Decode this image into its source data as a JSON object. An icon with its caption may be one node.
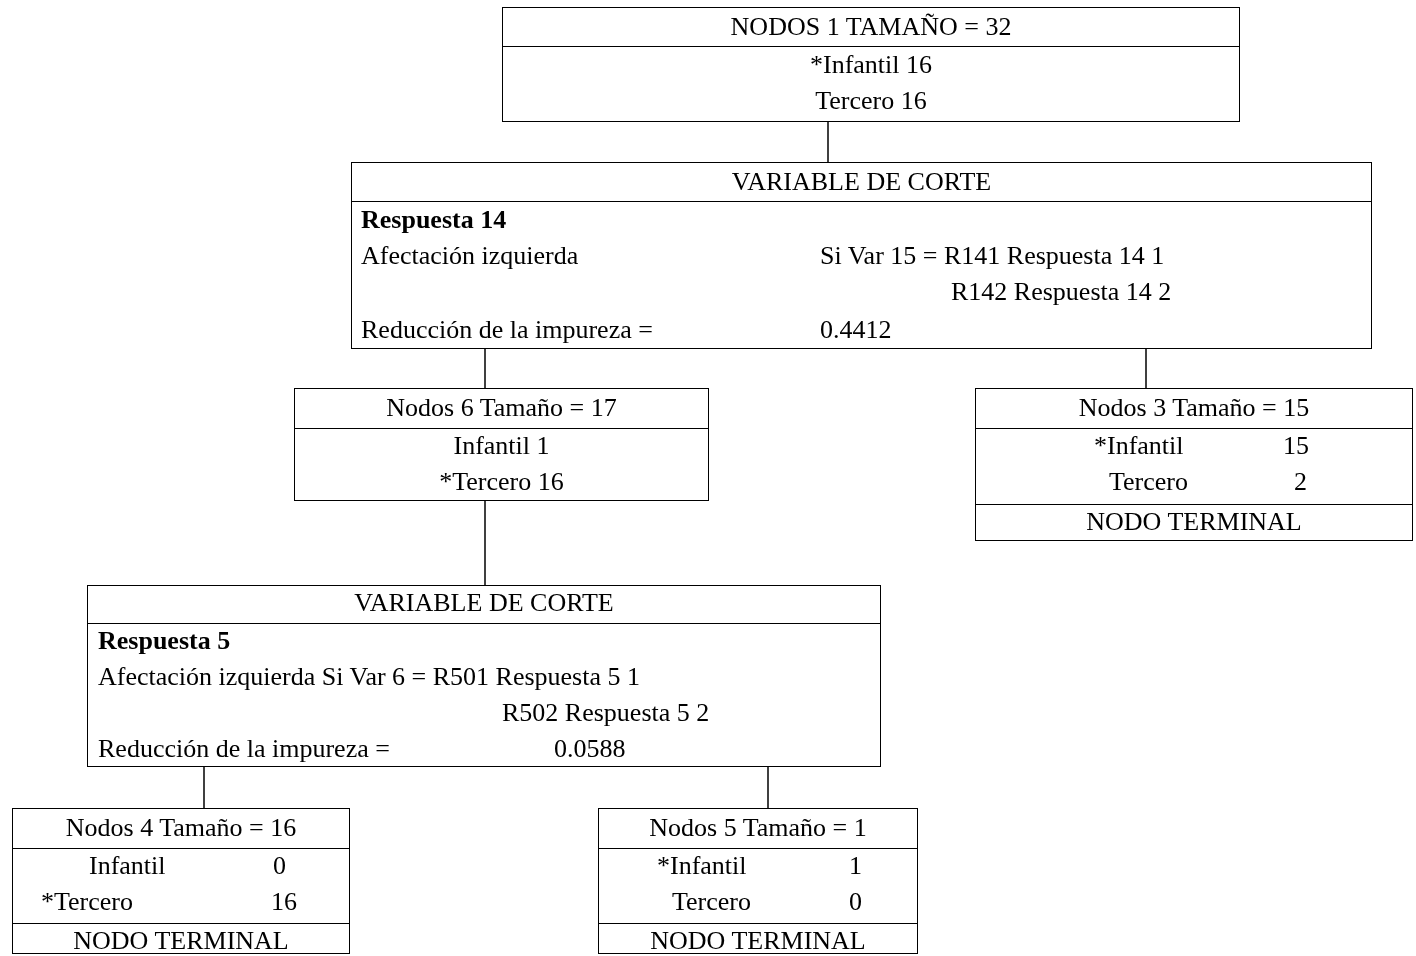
{
  "diagram": {
    "nodes": [
      {
        "text": [
          "NODOS 1 TAMAÑO = 32",
          "*Infantil 16",
          "Tercero 16"
        ]
      },
      {
        "text": [
          "VARIABLE DE CORTE",
          "Respuesta 14",
          "Afectación izquierda",
          "Si Var 15 = R141 Respuesta 14 1",
          "R142 Respuesta 14 2",
          "Reducción de la impureza =",
          "0.4412"
        ]
      },
      {
        "text": [
          "Nodos 6 Tamaño = 17",
          "Infantil 1",
          "*Tercero 16"
        ]
      },
      {
        "text": [
          "Nodos 3 Tamaño = 15",
          "*Infantil",
          "15",
          "Tercero",
          "2",
          "NODO TERMINAL"
        ]
      },
      {
        "text": [
          "VARIABLE DE CORTE",
          "Respuesta 5",
          "Afectación izquierda Si Var 6 = R501 Respuesta 5 1",
          "R502 Respuesta 5 2",
          "Reducción de la impureza =",
          "0.0588"
        ]
      },
      {
        "text": [
          "Nodos 4 Tamaño = 16",
          "Infantil",
          "0",
          "*Tercero",
          "16",
          "NODO TERMINAL"
        ]
      },
      {
        "text": [
          "Nodos 5 Tamaño = 1",
          "*Infantil",
          "1",
          "Tercero",
          "0",
          "NODO TERMINAL"
        ]
      }
    ],
    "edges": [
      {
        "from": 0,
        "to": 1,
        "arrow": "none"
      },
      {
        "from": 1,
        "to": 2,
        "arrow": "none"
      },
      {
        "from": 1,
        "to": 3,
        "arrow": "none"
      },
      {
        "from": 2,
        "to": 4,
        "arrow": "none"
      },
      {
        "from": 4,
        "to": 5,
        "arrow": "none"
      },
      {
        "from": 4,
        "to": 6,
        "arrow": "none"
      }
    ]
  }
}
